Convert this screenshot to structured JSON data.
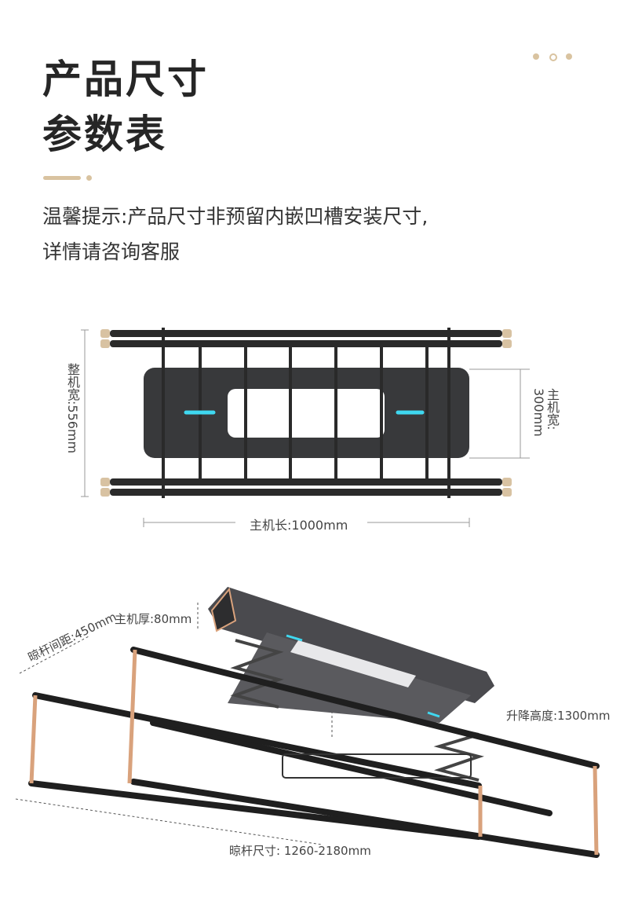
{
  "header": {
    "title_line1": "产品尺寸",
    "title_line2": "参数表"
  },
  "hint": {
    "line1": "温馨提示:产品尺寸非预留内嵌凹槽安装尺寸,",
    "line2": "详情请咨询客服"
  },
  "top_view": {
    "overall_width": "整机宽:556mm",
    "host_width_label": "主机宽:",
    "host_width_value": "300mm",
    "host_length": "主机长:1000mm"
  },
  "perspective_view": {
    "host_thickness": "主机厚:80mm",
    "rod_spacing": "晾杆间距:450mm",
    "lift_height": "升降高度:1300mm",
    "rod_size": "晾杆尺寸: 1260-2180mm"
  },
  "colors": {
    "accent_gold": "#d9c3a0",
    "body_dark": "#3a3a3c",
    "led_cyan": "#3fd8f0",
    "rose_gold": "#d9a27c"
  }
}
